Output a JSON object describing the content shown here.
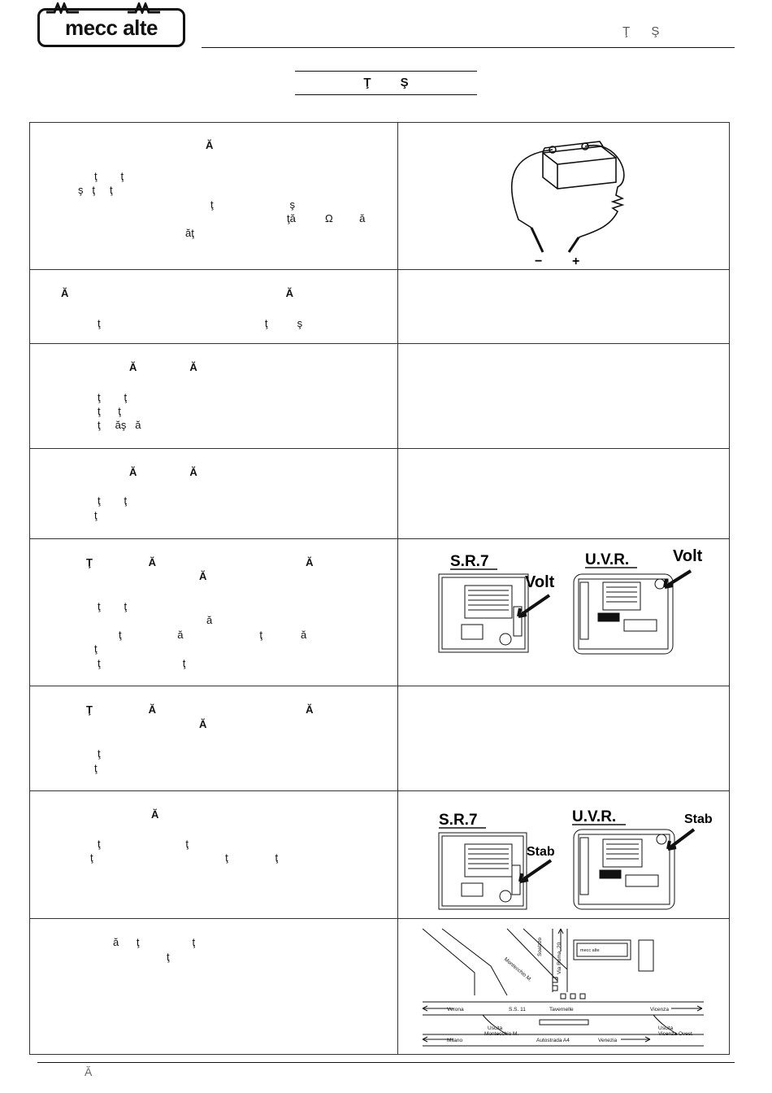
{
  "header": {
    "logo_text": "mecc alte",
    "right_text": "Ţ Ş"
  },
  "title": "Ţ Ş",
  "rows": [
    {
      "lines": [
        {
          "text": "Ă",
          "bold": true
        },
        {
          "text": "ţ        ţ"
        },
        {
          "text": "ş   ţ     ţ"
        },
        {
          "text": "ţ                          ş"
        },
        {
          "text": "ţă          Ω         ă"
        },
        {
          "text": "ăţ"
        }
      ]
    },
    {
      "lines": [
        {
          "text": "Ă                                                                          Ă",
          "bold": true
        },
        {
          "text": "ţ                                                        ţ          ş"
        }
      ]
    },
    {
      "lines": [
        {
          "text": "Ă                  Ă",
          "bold": true
        },
        {
          "text": "ţ        ţ"
        },
        {
          "text": "ţ      ţ"
        },
        {
          "text": "ţ     ăş   ă"
        }
      ]
    },
    {
      "lines": [
        {
          "text": "Ă                  Ă",
          "bold": true
        },
        {
          "text": "ţ        ţ"
        },
        {
          "text": "ţ"
        }
      ]
    },
    {
      "lines": [
        {
          "text": "Ţ                   Ă                                                   Ă",
          "bold": true
        },
        {
          "text": "Ă",
          "bold": true
        },
        {
          "text": "ţ        ţ"
        },
        {
          "text": "ă"
        },
        {
          "text": "ţ                   ă                          ţ             ă"
        },
        {
          "text": "ţ"
        },
        {
          "text": "ţ                            ţ"
        }
      ]
    },
    {
      "lines": [
        {
          "text": "Ţ                   Ă                                                   Ă",
          "bold": true
        },
        {
          "text": "Ă",
          "bold": true
        },
        {
          "text": "ţ"
        },
        {
          "text": "ţ"
        }
      ]
    },
    {
      "lines": [
        {
          "text": "Ă",
          "bold": true
        },
        {
          "text": "ţ                             ţ"
        },
        {
          "text": "ţ                                             ţ                ţ"
        }
      ]
    },
    {
      "lines": [
        {
          "text": "ă      ţ                  ţ"
        },
        {
          "text": "ţ"
        }
      ]
    }
  ],
  "figures": {
    "battery": {
      "minus": "−",
      "plus": "+"
    },
    "boards1": {
      "left_title": "S.R.7",
      "right_title": "U.V.R.",
      "left_tag": "Volt",
      "right_tag": "Volt"
    },
    "boards2": {
      "left_title": "S.R.7",
      "right_title": "U.V.R.",
      "left_tag": "Stab",
      "right_tag": "Stab"
    },
    "map": {
      "labels": [
        "Soalzzo",
        "Via Roma, 20",
        "Montecchio M.",
        "S.S. 11",
        "Tavernelle",
        "Vicenza",
        "Verona",
        "Uscita",
        "Montecchio M.",
        "Autostrada A4",
        "Venezia",
        "Uscita",
        "Vicenza Ovest",
        "Milano",
        "mecc alte"
      ]
    }
  },
  "footer": {
    "text": "Ă"
  }
}
